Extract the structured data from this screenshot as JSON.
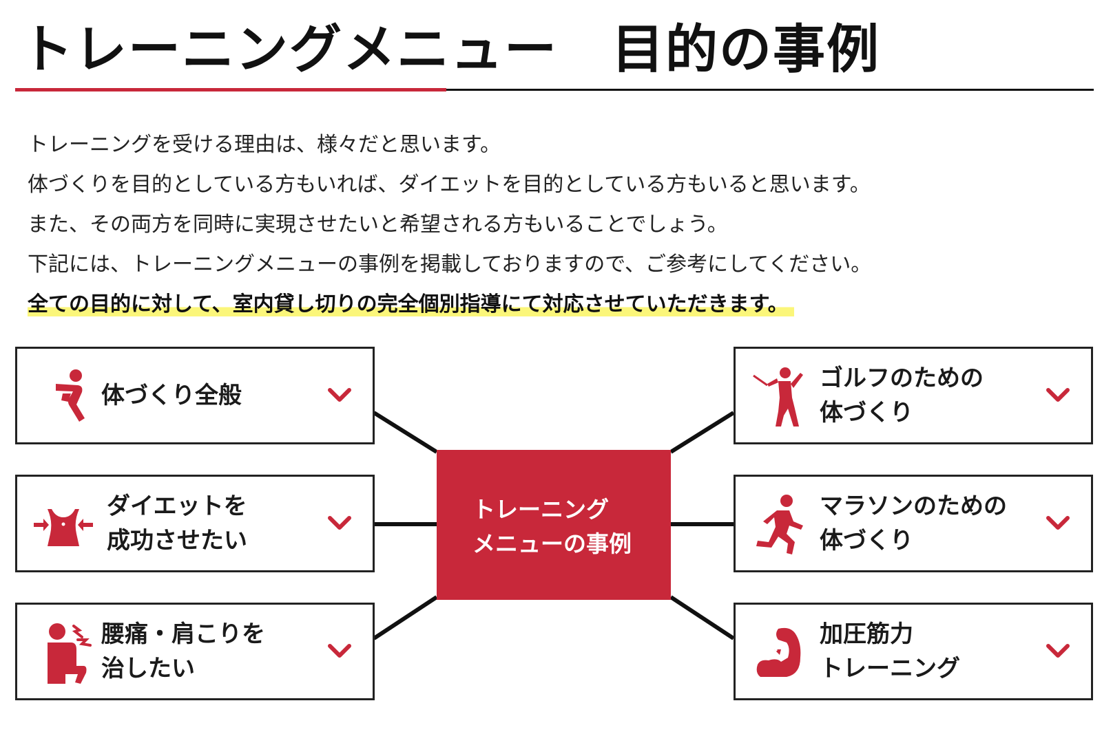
{
  "page_title": "トレーニングメニュー　目的の事例",
  "intro": {
    "lines": [
      "トレーニングを受ける理由は、様々だと思います。",
      "体づくりを目的としている方もいれば、ダイエットを目的としている方もいると思います。",
      "また、その両方を同時に実現させたいと希望される方もいることでしょう。",
      "下記には、トレーニングメニューの事例を掲載しておりますので、ご参考にしてください。"
    ],
    "emphasis": "全ての目的に対して、室内貸し切りの完全個別指導にて対応させていただきます。"
  },
  "center": {
    "line1": "トレーニング",
    "line2": "メニューの事例"
  },
  "cards": [
    {
      "icon": "squat-figure-icon",
      "line1": "体づくり全般",
      "line2": ""
    },
    {
      "icon": "waist-slimming-icon",
      "line1": "ダイエットを",
      "line2": "成功させたい"
    },
    {
      "icon": "back-pain-icon",
      "line1": "腰痛・肩こりを",
      "line2": "治したい"
    },
    {
      "icon": "golfer-icon",
      "line1": "ゴルフのための",
      "line2": "体づくり"
    },
    {
      "icon": "runner-icon",
      "line1": "マラソンのための",
      "line2": "体づくり"
    },
    {
      "icon": "flexed-arm-icon",
      "line1": "加圧筋力",
      "line2": "トレーニング"
    }
  ],
  "colors": {
    "accent": "#c8283a",
    "highlight": "#fbf67a",
    "text": "#1a1a1a"
  }
}
